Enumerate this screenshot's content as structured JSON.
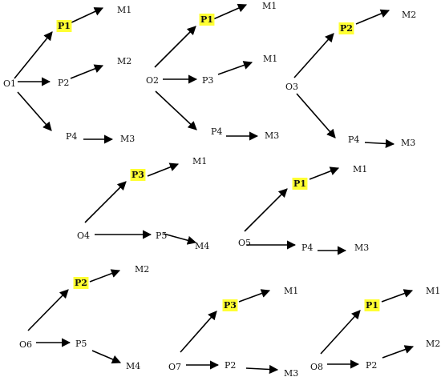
{
  "highlight_color": "#ffff33",
  "arrow_color": "#000000",
  "groups": [
    {
      "id": "g1",
      "nodes": {
        "o": "O1",
        "p_top": "P1",
        "m_top": "M1",
        "p_mid": "P2",
        "m_mid": "M2",
        "p_bot": "P4",
        "m_bot": "M3"
      },
      "highlighted": [
        "p_top"
      ]
    },
    {
      "id": "g2",
      "nodes": {
        "o": "O2",
        "p_top": "P1",
        "m_top": "M1",
        "p_mid": "P3",
        "m_mid": "M1",
        "p_bot": "P4",
        "m_bot": "M3"
      },
      "highlighted": [
        "p_top"
      ]
    },
    {
      "id": "g3",
      "nodes": {
        "o": "O3",
        "p_top": "P2",
        "m_top": "M2",
        "p_bot": "P4",
        "m_bot": "M3"
      },
      "highlighted": [
        "p_top"
      ]
    },
    {
      "id": "g4",
      "nodes": {
        "o": "O4",
        "p_top": "P3",
        "m_top": "M1",
        "p_bot": "P5",
        "m_bot": "M4"
      },
      "highlighted": [
        "p_top"
      ]
    },
    {
      "id": "g5",
      "nodes": {
        "o": "O5",
        "p_top": "P1",
        "m_top": "M1",
        "p_bot": "P4",
        "m_bot": "M3"
      },
      "highlighted": [
        "p_top"
      ]
    },
    {
      "id": "g6",
      "nodes": {
        "o": "O6",
        "p_top": "P2",
        "m_top": "M2",
        "p_bot": "P5",
        "m_bot": "M4"
      },
      "highlighted": [
        "p_top"
      ]
    },
    {
      "id": "g7",
      "nodes": {
        "o": "O7",
        "p_top": "P3",
        "m_top": "M1",
        "p_bot": "P2",
        "m_bot": "M3"
      },
      "highlighted": [
        "p_top"
      ]
    },
    {
      "id": "g8",
      "nodes": {
        "o": "O8",
        "p_top": "P1",
        "m_top": "M1",
        "p_bot": "P2",
        "m_bot": "M2"
      },
      "highlighted": [
        "p_top"
      ]
    }
  ]
}
